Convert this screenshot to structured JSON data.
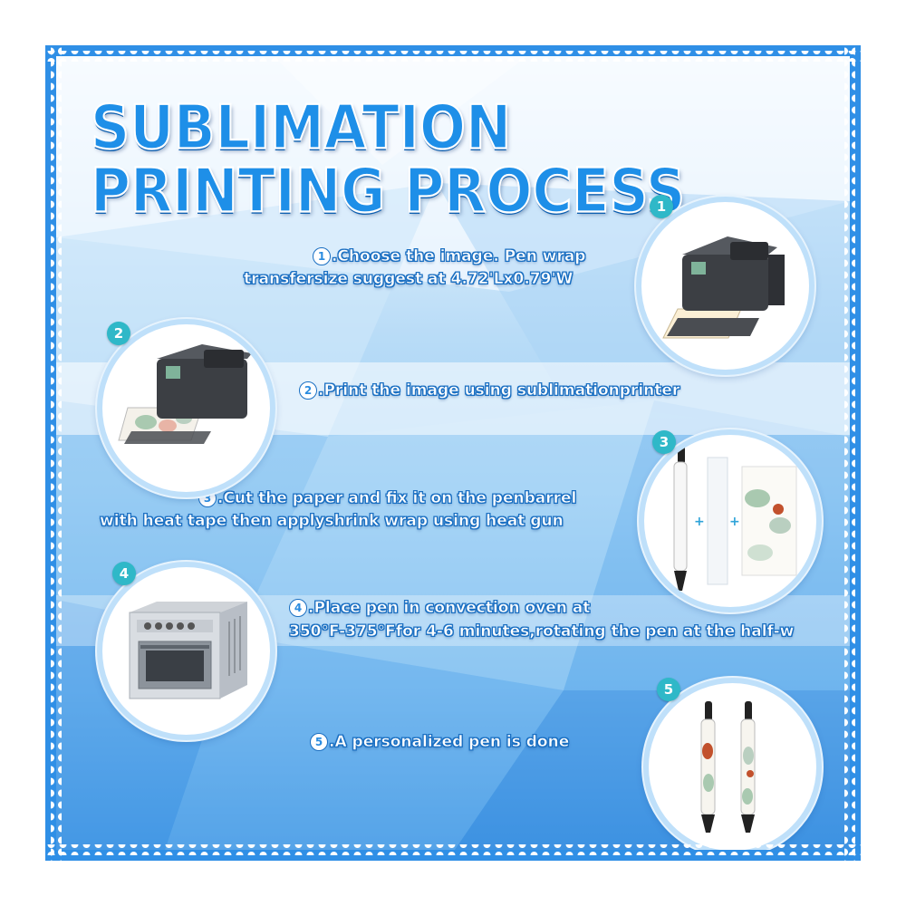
{
  "title": {
    "line1": "SUBLIMATION",
    "line2": "PRINTING PROCESS"
  },
  "colors": {
    "frame": "#2f8fe6",
    "title": "#1e8fe8",
    "badge": "#2fb8c8",
    "text_outline": "#1a6fc2"
  },
  "steps": [
    {
      "badge": "1",
      "num": "1",
      "lines": [
        ".Choose the image. Pen wrap",
        "transfersize suggest at 4.72'Lx0.79'W"
      ],
      "icon": "printer-icon"
    },
    {
      "badge": "2",
      "num": "2",
      "lines": [
        ".Print the image using sublimationprinter"
      ],
      "icon": "printer-printing-icon"
    },
    {
      "badge": "3",
      "num": "3",
      "lines": [
        ".Cut the paper and fix it on the penbarrel",
        "with heat tape then applyshrink wrap using heat gun"
      ],
      "icon": "pen-wrap-icon"
    },
    {
      "badge": "4",
      "num": "4",
      "lines": [
        ".Place pen in convection oven at",
        "350°F-375°Ffor 4-6 minutes,rotating the pen at the half-w"
      ],
      "icon": "oven-icon"
    },
    {
      "badge": "5",
      "num": "5",
      "lines": [
        ".A personalized pen is done"
      ],
      "icon": "finished-pens-icon"
    }
  ]
}
